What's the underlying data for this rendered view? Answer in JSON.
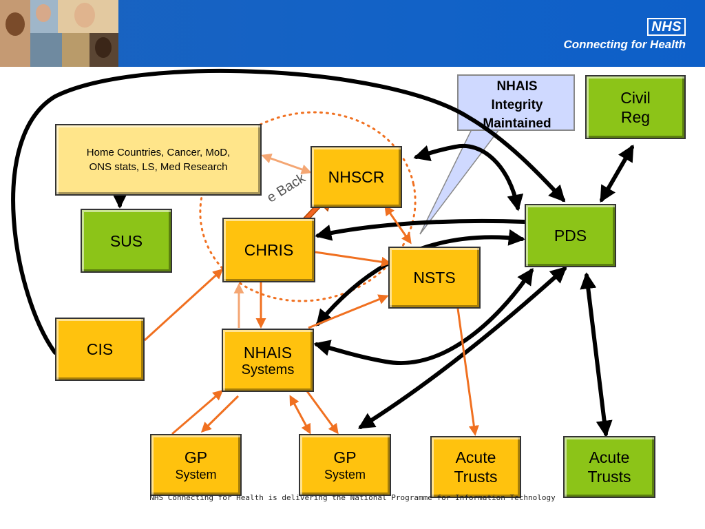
{
  "header": {
    "logo_badge": "NHS",
    "logo_tagline": "Connecting for Health"
  },
  "callout": {
    "lines": [
      "NHAIS",
      "Integrity",
      "Maintained"
    ]
  },
  "boxes": {
    "home_countries": [
      "Home Countries, Cancer, MoD,",
      "ONS stats, LS, Med Research"
    ],
    "nhscr": "NHSCR",
    "sus": "SUS",
    "chris": "CHRIS",
    "nsts": "NSTS",
    "pds": "PDS",
    "civil_reg": [
      "Civil",
      "Reg"
    ],
    "cis": "CIS",
    "nhais": [
      "NHAIS",
      "Systems"
    ],
    "gp1": [
      "GP",
      "System"
    ],
    "gp2": [
      "GP",
      "System"
    ],
    "acute_yellow": [
      "Acute",
      "Trusts"
    ],
    "acute_green": [
      "Acute",
      "Trusts"
    ]
  },
  "backup_label": "e Back",
  "footer": "NHS Connecting for Health is delivering the National Programme for Information Technology",
  "colors": {
    "header_blue": "#1565c0",
    "yellow_box": "#ffc20e",
    "green_box": "#8cc418",
    "orange_arrow": "#f07020",
    "callout_fill": "#cfd9ff"
  }
}
